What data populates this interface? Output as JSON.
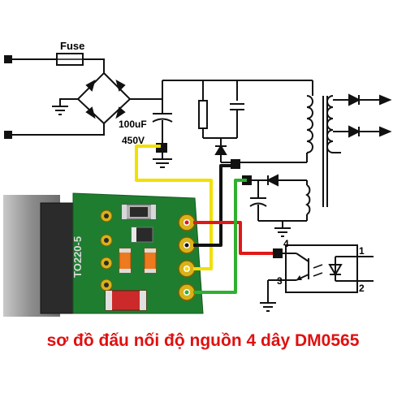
{
  "labels": {
    "fuse": "Fuse",
    "cap_value": "100uF",
    "cap_voltage": "450V",
    "package": "TO220-5",
    "opto_pin1": "1",
    "opto_pin2": "2",
    "opto_pin3": "3",
    "opto_pin4": "4"
  },
  "caption": "sơ đồ đấu nối độ nguồn 4 dây DM0565",
  "colors": {
    "wire_black": "#111111",
    "wire_red": "#e01818",
    "wire_yellow": "#f2e000",
    "wire_green": "#2fb02f",
    "pcb_green": "#1f7d30",
    "caption_red": "#e01010"
  }
}
